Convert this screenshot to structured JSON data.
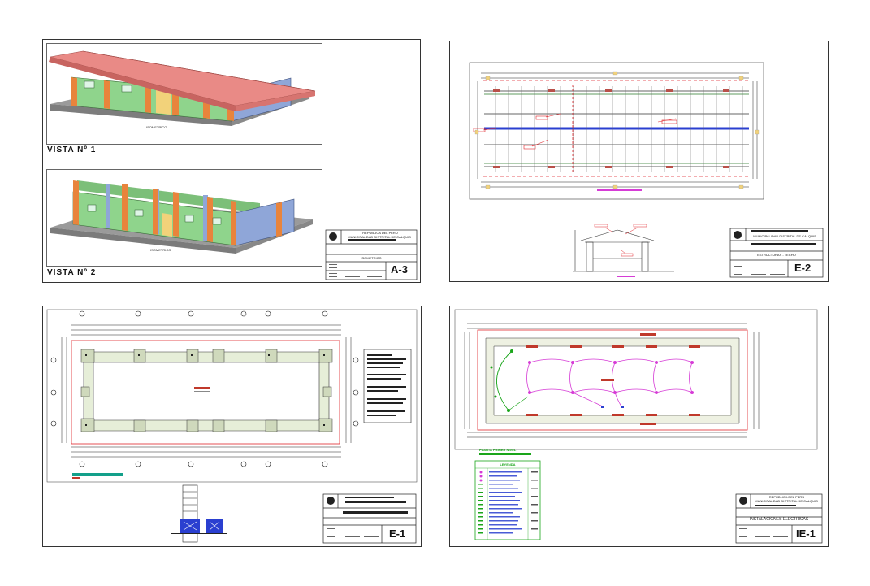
{
  "sheet_a3": {
    "vista1_label": "VISTA Nº 1",
    "vista2_label": "VISTA Nº 2",
    "iso1_label": "ISOMETRICO",
    "iso2_label": "ISOMETRICO",
    "tb_line1": "REPUBLICA DEL PERU",
    "tb_line2": "MUNICIPALIDAD DISTRITAL DE CALQUIS",
    "tb_title": "ISOMETRICO",
    "tb_code": "A-3"
  },
  "sheet_e2": {
    "tb_line1": "MUNICIPALIDAD DISTRITAL DE CALQUIS",
    "tb_title": "ESTRUCTURAS - TECHO",
    "tb_code": "E-2"
  },
  "sheet_e1": {
    "tb_code": "E-1"
  },
  "sheet_ie1": {
    "plan_label": "PLANTA PRIMER NIVEL",
    "legend_title": "LEYENDA",
    "tb_line1": "REPUBLICA DEL PERU",
    "tb_line2": "MUNICIPALIDAD DISTRITAL DE CALQUIS",
    "tb_title": "INSTALACIONES ELECTRICAS",
    "tb_code": "IE-1"
  },
  "colors": {
    "roof": "#e98a86",
    "wall_green": "#8fd48c",
    "column_orange": "#e8843c",
    "wall_blue": "#8fa6d8",
    "ground": "#9a9a9a",
    "beam_blue": "#2a3fd0",
    "magenta": "#d63cd6",
    "red": "#e0262c",
    "green": "#1aa51a"
  }
}
